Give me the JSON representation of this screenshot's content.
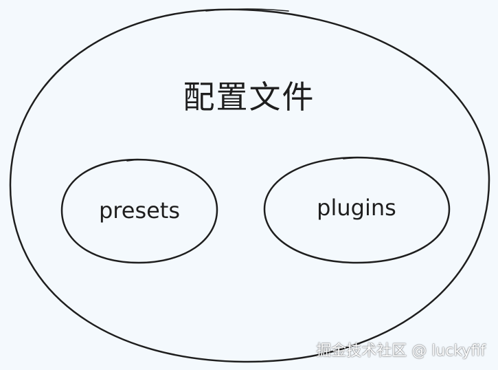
{
  "diagram": {
    "title": "配置文件",
    "nodes": [
      {
        "id": "presets",
        "label": "presets"
      },
      {
        "id": "plugins",
        "label": "plugins"
      }
    ],
    "stroke_color": "#1e1e1e",
    "background_color": "#f4f9fd"
  },
  "watermark": {
    "text": "掘金技术社区 @ luckyfif"
  }
}
